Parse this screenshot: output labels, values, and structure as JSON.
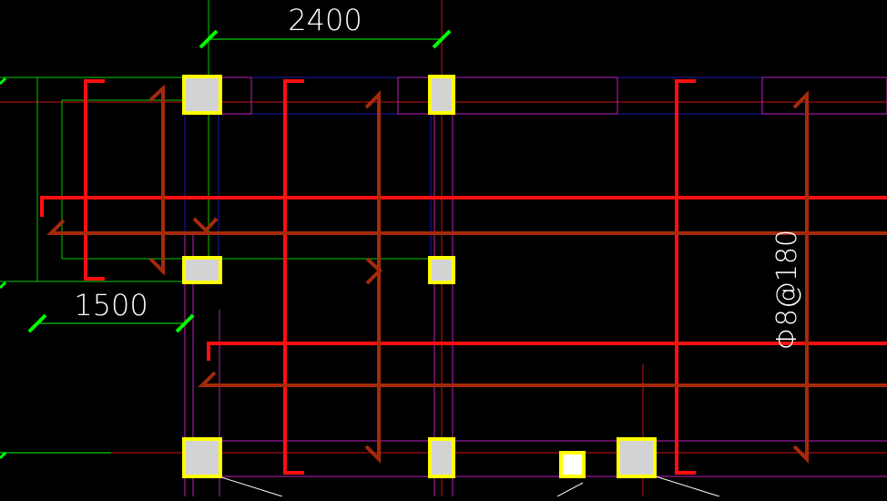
{
  "drawing": {
    "background": "#000000",
    "colors": {
      "dimension": "#00ff00",
      "bar_red": "#ff1010",
      "bar_brown": "#a52a0a",
      "grid_red": "#cc1010",
      "magenta": "#c020c0",
      "blue": "#1a1ab0",
      "column_fill": "#d3d3d3",
      "column_border": "#ffff00",
      "text": "#ffffff"
    },
    "dimensions": [
      {
        "label": "2400"
      },
      {
        "label": "1500"
      }
    ],
    "rebar_label": "Φ8@180"
  }
}
